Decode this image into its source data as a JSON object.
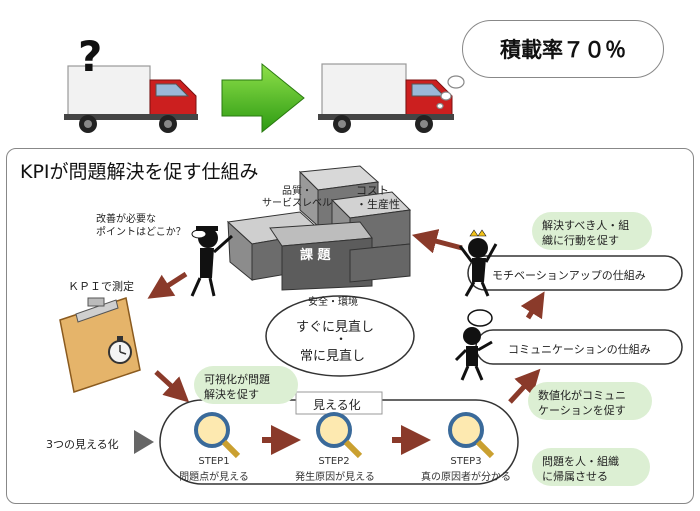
{
  "top": {
    "question_mark": "?",
    "load_rate": "積載率７０％"
  },
  "panel": {
    "title": "KPIが問題解決を促す仕組み"
  },
  "boxes": {
    "quality": "品質・\nサービスレベル",
    "cost": "コスト\n・生産性",
    "issue": "課 題",
    "safety": "安全・環境"
  },
  "left": {
    "improve_question": "改善が必要な\nポイントはどこか？",
    "kpi_measure": "ＫＰＩで測定",
    "three_visual": "3つの見える化"
  },
  "center": {
    "review_now": "すぐに見直し",
    "dot": "・",
    "review_always": "常に見直し"
  },
  "mieruka": {
    "label": "見える化",
    "visual_cloud": "可視化が問題\n解決を促す",
    "steps": [
      {
        "id": "STEP1",
        "desc": "問題点が見える"
      },
      {
        "id": "STEP2",
        "desc": "発生原因が見える"
      },
      {
        "id": "STEP3",
        "desc": "真の原因者が分かる"
      }
    ]
  },
  "right": {
    "cloud_action": "解決すべき人・組\n織に行動を促す",
    "motivation": "モチベーションアップの仕組み",
    "communication": "コミュニケーションの仕組み",
    "cloud_numeric": "数値化がコミュニ\nケーションを促す",
    "cloud_attribute": "問題を人・組織\nに帰属させる"
  },
  "colors": {
    "cloud": "#dcefd3",
    "arrow_brown": "#8a3a2a",
    "arrow_green": "#3cb21c",
    "truck_red": "#cc1f1f"
  }
}
